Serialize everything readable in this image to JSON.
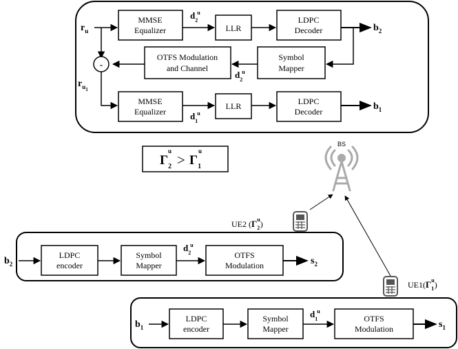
{
  "receiver": {
    "input_signal": "r",
    "input_subscript": "u",
    "residual_signal": "r",
    "residual_subscript": "u",
    "residual_subscript2": "1",
    "subtract_sign": "-",
    "row1": {
      "equalizer": [
        "MMSE",
        "Equalizer"
      ],
      "estimate": "d",
      "estimate_sub": "2",
      "estimate_sup": "u",
      "llr": "LLR",
      "decoder": [
        "LDPC",
        "Decoder"
      ],
      "output": "b",
      "output_sub": "2"
    },
    "feedback": {
      "otfs": [
        "OTFS Modulation",
        "and Channel"
      ],
      "mapper": [
        "Symbol",
        "Mapper"
      ],
      "remod": "d",
      "remod_sub": "2",
      "remod_sup": "u"
    },
    "row2": {
      "equalizer": [
        "MMSE",
        "Equalizer"
      ],
      "estimate": "d",
      "estimate_sub": "1",
      "estimate_sup": "u",
      "llr": "LLR",
      "decoder": [
        "LDPC",
        "Decoder"
      ],
      "output": "b",
      "output_sub": "1"
    }
  },
  "condition": {
    "gamma": "Γ",
    "left_sub": "2",
    "left_sup": "u",
    "operator": ">",
    "right_sub": "1",
    "right_sup": "u"
  },
  "base_station": {
    "label": "BS"
  },
  "ue2": {
    "label_prefix": "UE2 (",
    "gamma": "Γ",
    "sub": "2",
    "sup": "u",
    "label_suffix": ")",
    "input": "b",
    "input_sub": "2",
    "encoder": [
      "LDPC",
      "encoder"
    ],
    "mapper": [
      "Symbol",
      "Mapper"
    ],
    "symbol": "d",
    "symbol_sub": "2",
    "symbol_sup": "u",
    "modulator": [
      "OTFS",
      "Modulation"
    ],
    "output": "s",
    "output_sub": "2"
  },
  "ue1": {
    "label_prefix": "UE1(",
    "gamma": "Γ",
    "sub": "1",
    "sup": "u",
    "label_suffix": ")",
    "input": "b",
    "input_sub": "1",
    "encoder": [
      "LDPC",
      "encoder"
    ],
    "mapper": [
      "Symbol",
      "Mapper"
    ],
    "symbol": "d",
    "symbol_sub": "1",
    "symbol_sup": "u",
    "modulator": [
      "OTFS",
      "Modulation"
    ],
    "output": "s",
    "output_sub": "1"
  }
}
